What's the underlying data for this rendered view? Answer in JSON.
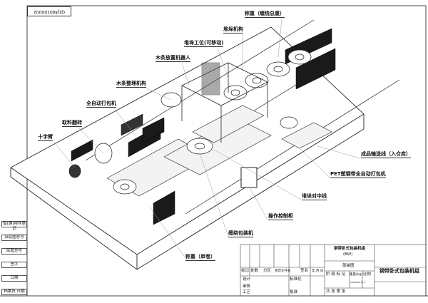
{
  "drawing_code": "Q1JFA0100002",
  "callouts": [
    "称重（缠绕总重）",
    "堆垛机构",
    "堆垛工位(可移动)",
    "木条放置机器人",
    "木条整理机构",
    "全自动打包机",
    "取料翻转",
    "十字臂",
    "成品输送线（入仓库）",
    "PET塑钢带全自动打包机",
    "堆垛对中线",
    "操作控制柜",
    "缠绕包装机",
    "称重（单卷）"
  ],
  "side_column": [
    "借(通)用件登记",
    "旧底图总号",
    "底图总号",
    "签字",
    "日期",
    "档案员  日期"
  ],
  "title_block": {
    "product_name": "钢带卧式包装机组",
    "product_code": "(BW)",
    "drawing_type": "部装图",
    "revision_headers": [
      "标记",
      "处数",
      "分区",
      "更改文件号",
      "签名",
      "年 月 日"
    ],
    "design": "设计",
    "standardization": "标准化",
    "review": "审核",
    "process": "工艺",
    "approve": "批准",
    "stage_mark": "阶 段 标 记",
    "weight": "重量(kg)",
    "scale": "比例",
    "weight_value": "1500786.16 5",
    "sheets": "共    张  第    张",
    "title_right": "钢带卧式包装机组"
  }
}
